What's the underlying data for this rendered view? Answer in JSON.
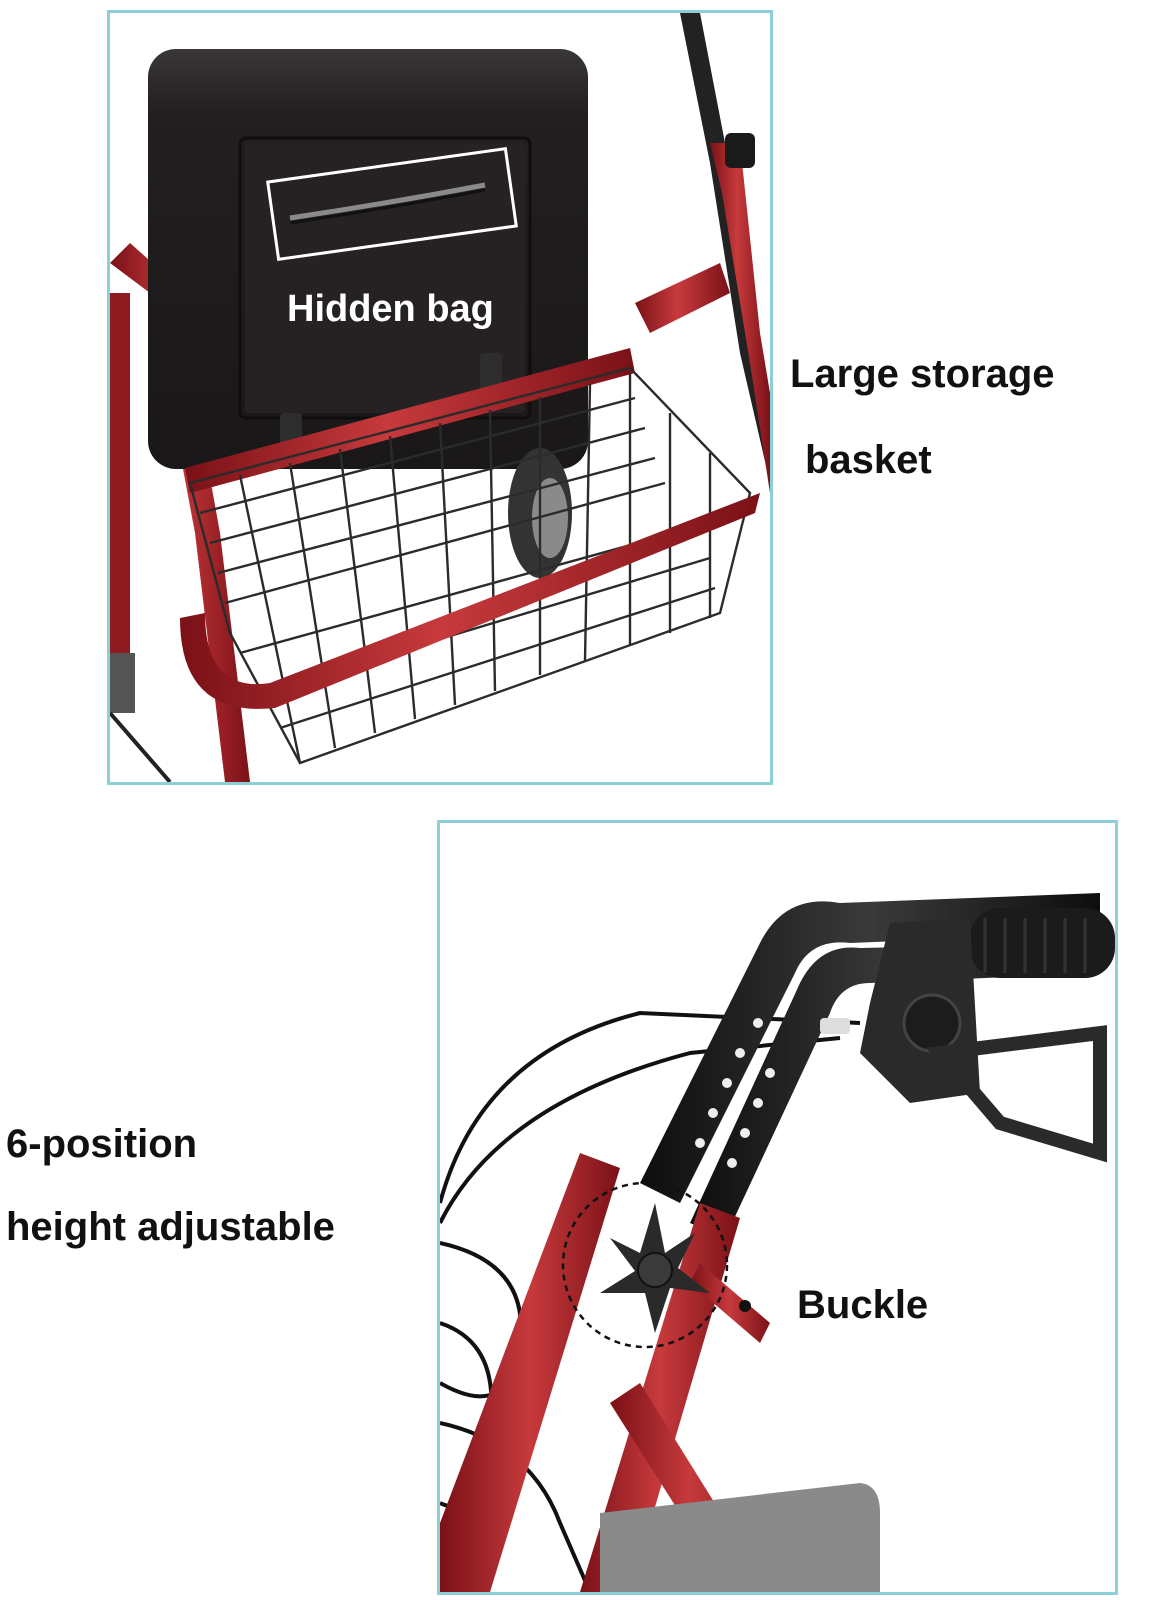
{
  "top_panel": {
    "hidden_bag_label": "Hidden bag",
    "storage_label_line1": "Large storage",
    "storage_label_line2": "basket"
  },
  "bottom_panel": {
    "height_label_line1": "6-position",
    "height_label_line2": "height adjustable",
    "buckle_label": "Buckle"
  },
  "colors": {
    "frame_red": "#9c1c22",
    "frame_red_highlight": "#c73a3c",
    "seat_black": "#1f1d1e",
    "basket_wire": "#2b2b2b",
    "panel_border": "#8ccfd8",
    "handle_black": "#1b1b1b"
  },
  "icons": [
    "bullet-dot-icon",
    "zipper-pocket-icon",
    "star-knob-icon"
  ]
}
